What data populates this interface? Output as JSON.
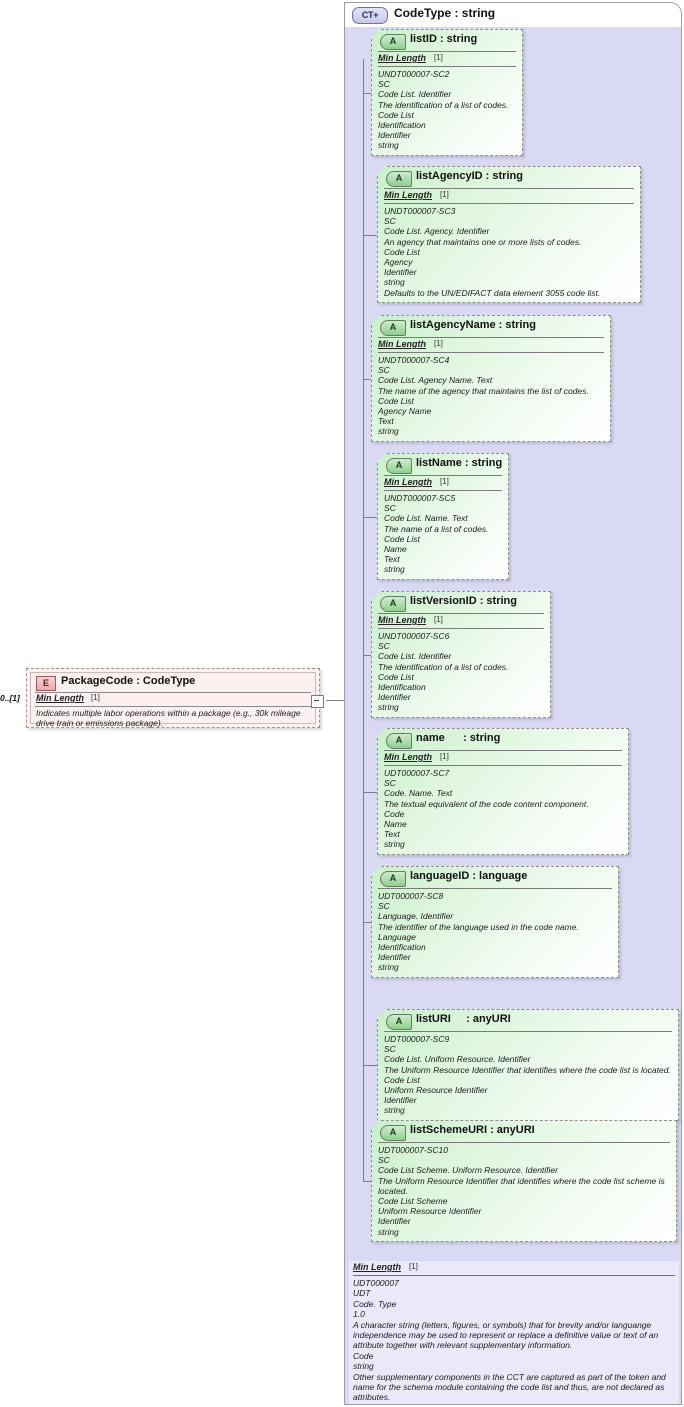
{
  "complex_type": {
    "badge": "CT+",
    "badge_icon": "complextype-expand-icon",
    "title": "CodeType : string",
    "footer": {
      "min_length_label": "Min Length",
      "min_length_card": "[1]",
      "annotation": [
        "UDT000007",
        "UDT",
        "Code. Type",
        "1.0",
        "A character string (letters, figures, or symbols) that for brevity and/or languange independence may be used to represent or replace a definitive value or text of an attribute together with relevant supplementary information.",
        "Code",
        "string",
        "Other supplementary components in the CCT are captured as part of the token and name for the schema module containing the code list and thus, are not declared as attributes."
      ]
    }
  },
  "element": {
    "badge": "E",
    "badge_icon": "element-icon",
    "title": "PackageCode : CodeType",
    "occurs": "0..[1]",
    "min_length_label": "Min Length",
    "min_length_card": "[1]",
    "annotation": "Indicates multiple labor operations within a package (e.g., 30k mileage drive train or emissions package).",
    "connector_icon": "collapse-minus-icon"
  },
  "attributes": [
    {
      "badge": "A",
      "name": "listID",
      "type": ": string",
      "has_min_length": true,
      "min_length_label": "Min Length",
      "min_length_card": "[1]",
      "annotation": [
        "UNDT000007-SC2",
        "SC",
        "Code List. Identifier",
        "The identification of a list of codes.",
        "Code List",
        "Identification",
        "Identifier",
        "string"
      ]
    },
    {
      "badge": "A",
      "name": "listAgencyID",
      "type": ": string",
      "has_min_length": true,
      "min_length_label": "Min Length",
      "min_length_card": "[1]",
      "annotation": [
        "UNDT000007-SC3",
        "SC",
        "Code List. Agency. Identifier",
        "An agency that maintains one or more lists of codes.",
        "Code List",
        "Agency",
        "Identifier",
        "string",
        "Defaults to the UN/EDIFACT data element 3055 code list."
      ]
    },
    {
      "badge": "A",
      "name": "listAgencyName",
      "type": ": string",
      "has_min_length": true,
      "min_length_label": "Min Length",
      "min_length_card": "[1]",
      "annotation": [
        "UNDT000007-SC4",
        "SC",
        "Code List. Agency Name. Text",
        "The name of the agency that maintains the list of codes.",
        "Code List",
        "Agency Name",
        "Text",
        "string"
      ]
    },
    {
      "badge": "A",
      "name": "listName",
      "type": ": string",
      "has_min_length": true,
      "min_length_label": "Min Length",
      "min_length_card": "[1]",
      "annotation": [
        "UNDT000007-SC5",
        "SC",
        "Code List. Name. Text",
        "The name of a list of codes.",
        "Code List",
        "Name",
        "Text",
        "string"
      ]
    },
    {
      "badge": "A",
      "name": "listVersionID",
      "type": ": string",
      "has_min_length": true,
      "min_length_label": "Min Length",
      "min_length_card": "[1]",
      "annotation": [
        "UNDT000007-SC6",
        "SC",
        "Code List. Identifier",
        "The identification of a list of codes.",
        "Code List",
        "Identification",
        "Identifier",
        "string"
      ]
    },
    {
      "badge": "A",
      "name": "name     ",
      "type": ": string",
      "has_min_length": true,
      "min_length_label": "Min Length",
      "min_length_card": "[1]",
      "annotation": [
        "UDT000007-SC7",
        "SC",
        "Code. Name. Text",
        "The textual equivalent of the code content component.",
        "Code",
        "Name",
        "Text",
        "string"
      ]
    },
    {
      "badge": "A",
      "name": "languageID",
      "type": ": language",
      "has_min_length": false,
      "min_length_label": "",
      "min_length_card": "",
      "annotation": [
        "UDT000007-SC8",
        "SC",
        "Language. Identifier",
        "The identifier of the language used in the code name.",
        "Language",
        "Identification",
        "Identifier",
        "string"
      ]
    },
    {
      "badge": "A",
      "name": "listURI    ",
      "type": ": anyURI",
      "has_min_length": false,
      "min_length_label": "",
      "min_length_card": "",
      "annotation": [
        "UDT000007-SC9",
        "SC",
        "Code List. Uniform Resource. Identifier",
        "The Uniform Resource Identifier that identifies where the code list is located.",
        "Code List",
        "Uniform Resource Identifier",
        "Identifier",
        "string"
      ]
    },
    {
      "badge": "A",
      "name": "listSchemeURI",
      "type": ": anyURI",
      "has_min_length": false,
      "min_length_label": "",
      "min_length_card": "",
      "annotation": [
        "UDT000007-SC10",
        "SC",
        "Code List Scheme. Uniform Resource. Identifier",
        "The Uniform Resource Identifier that identifies where the code list scheme is located.",
        "Code List Scheme",
        "Uniform Resource Identifier",
        "Identifier",
        "string"
      ]
    }
  ],
  "colors": {
    "panel_bg": "#d9d9f3",
    "attr_green": "#c9f0c9",
    "element_pink": "#fdf0f0",
    "footer_bg": "#e9e9f8",
    "line": "#7a7a95"
  }
}
